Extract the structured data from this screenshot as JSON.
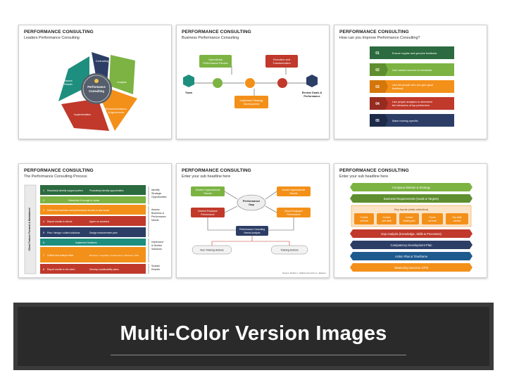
{
  "slides": {
    "s1": {
      "title": "PERFORMANCE CONSULTING",
      "subtitle": "Leaders Performance Consulting",
      "center": [
        "Performance",
        "Consulting"
      ],
      "segments": [
        "Contracting",
        "Analysis",
        "Recommendations",
        "& Agreements",
        "Implementation",
        "Assess",
        "Results"
      ]
    },
    "s2": {
      "title": "PERFORMANCE CONSULTING",
      "subtitle": "Business Performance Consulting",
      "box_ops": [
        "Operational",
        "Performance Review"
      ],
      "box_exec": [
        "Execution and",
        "Transformation"
      ],
      "box_impl": [
        "Implement Strategy",
        "Development"
      ],
      "team": "Team",
      "review": [
        "Review Goals &",
        "Performance"
      ]
    },
    "s3": {
      "title": "PERFORMANCE CONSULTING",
      "subtitle": "How can you Improve Performance Consulting?",
      "nums": [
        "01",
        "02",
        "03",
        "04",
        "05"
      ],
      "items": [
        [
          "Ensure regular and genuine feedback."
        ],
        [
          "Use various sources for feedback."
        ],
        [
          "Use the people who can give good",
          "feedback."
        ],
        [
          "Use people analytics to determine",
          "the behaviors of top performers."
        ],
        [
          "Make training specific."
        ]
      ]
    },
    "s4": {
      "title": "PERFORMANCE CONSULTING",
      "subtitle": "The Performance Consulting Process",
      "side_label": "Client Partner Formed & Maintained",
      "rows": [
        {
          "n": "1",
          "a": "Reactively identify support prefers",
          "b": "Proactively identify opportunities"
        },
        {
          "n": "2",
          "a": "Determine if enough to cause",
          "b": ""
        },
        {
          "n": "3",
          "a": "Determine business and performance should, is and cause",
          "b": ""
        },
        {
          "n": "4",
          "a": "Report results to clients",
          "b": "Agree on solutions"
        },
        {
          "n": "5",
          "a": "Plan / design / collect solutions",
          "b": "Design measurement plan"
        },
        {
          "n": "6",
          "a": "Implement Solutions",
          "b": ""
        },
        {
          "n": "7",
          "a": "Collect and analyze data",
          "b": "Business / Capability / Performance / Business / ROI"
        },
        {
          "n": "8",
          "a": "Report results to the client",
          "b": "Develop sustainability plans"
        }
      ],
      "right_labels": [
        [
          "Identify",
          "Strategic",
          "Opportunities"
        ],
        [
          "Assess",
          "Business &",
          "Performance",
          "Needs"
        ],
        [
          "Implement",
          "& Monitor",
          "Solutions"
        ],
        [
          "Sustain",
          "Results"
        ]
      ]
    },
    "s5": {
      "title": "PERFORMANCE CONSULTING",
      "subtitle": "Enter your sub headline here",
      "desired_org": [
        "Desired Organizational",
        "Results"
      ],
      "actual_org": [
        "Actual Organizational",
        "Results"
      ],
      "desired_emp": [
        "Desired Employee",
        "Performance"
      ],
      "actual_emp": [
        "Actual Employee",
        "Performance"
      ],
      "gap": [
        "Performance",
        "Gap"
      ],
      "analysis": [
        "Performance Consulting",
        "Needs Analysis"
      ],
      "non_training": "Non-Training Actions",
      "training": "Training Actions",
      "source": "Source: Robert L. Mathis and John H. Jackson"
    },
    "s6": {
      "title": "PERFORMANCE CONSULTING",
      "subtitle": "Enter your sub headline here",
      "bars": [
        "Company Mission & Strategy",
        "Business Requirements (Goals & Targets)",
        "Key Inputs (data collection)",
        "Gap Analysis (Knowledge, Skills & Processes)",
        "Competency Development Plan",
        "Action Plan & Timeframe",
        "Measuring Success, KPIs"
      ],
      "inputs": [
        [
          "Current",
          "roll level"
        ],
        [
          "Current",
          "core skills"
        ],
        [
          "Current",
          "training plan"
        ],
        [
          "Future",
          "roll level"
        ],
        [
          "Key skills",
          "needed"
        ]
      ]
    }
  },
  "banner": {
    "headline": "Multi-Color Version Images"
  },
  "colors": {
    "orange": "#f39019",
    "green": "#7cb342",
    "red": "#c0392b",
    "navy": "#2c3e66",
    "teal": "#1e8f7e",
    "purple": "#5b2a86"
  }
}
